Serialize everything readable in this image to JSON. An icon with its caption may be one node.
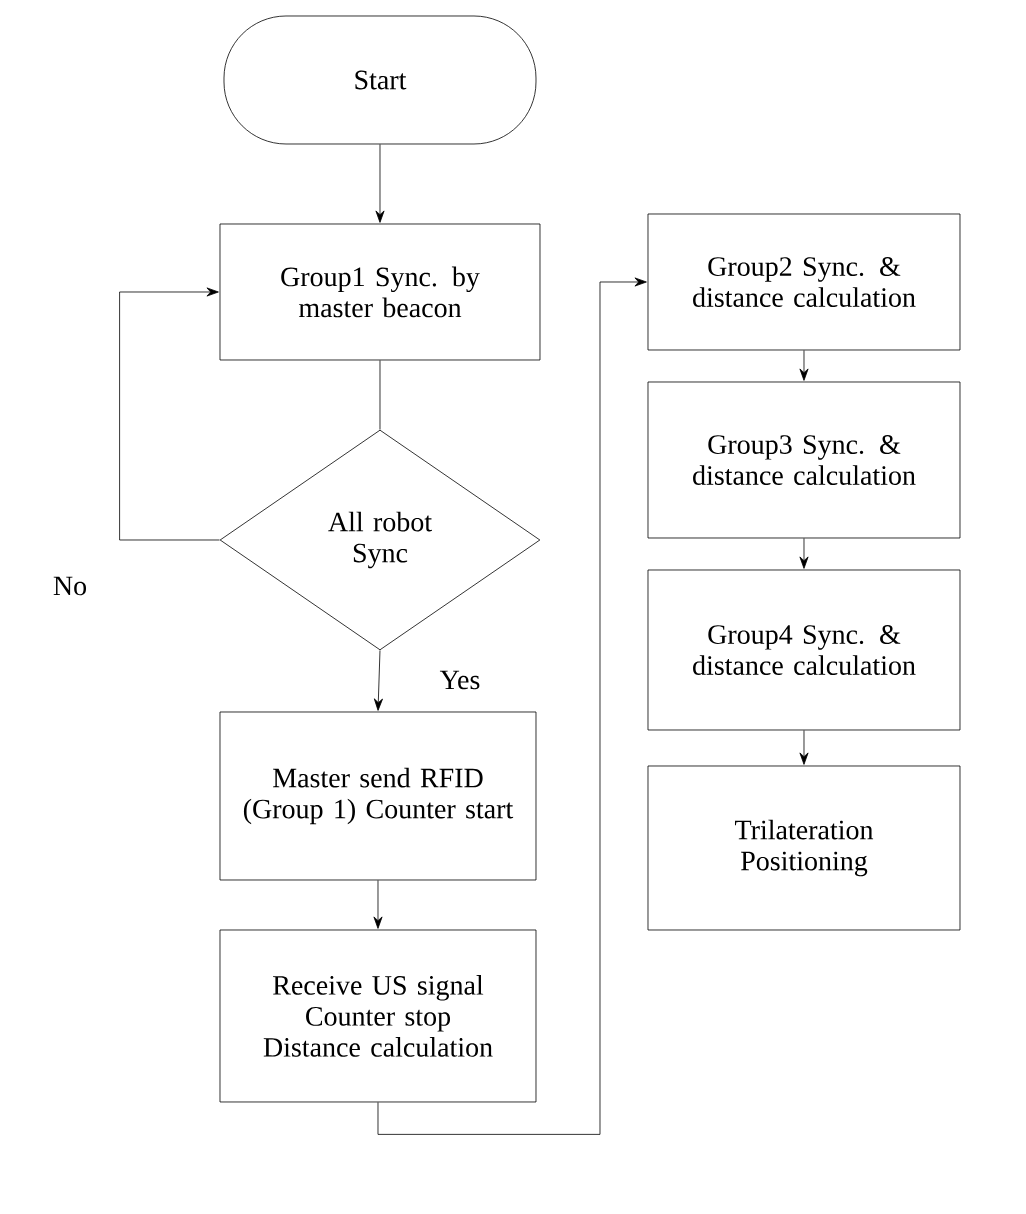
{
  "diagram": {
    "nodes": [
      {
        "text": [
          "Start"
        ]
      },
      {
        "text": [
          "Group1 Sync. by master beacon"
        ]
      },
      {
        "text": [
          "All robot Sync"
        ]
      },
      {
        "text": [
          "Master send RFID (Group 1) Counter start"
        ]
      },
      {
        "text": [
          "Receive US signal Counter stop Distance calculation"
        ]
      },
      {
        "text": [
          "Group2 Sync. & distance calculation"
        ]
      },
      {
        "text": [
          "Group3 Sync. & distance calculation"
        ]
      },
      {
        "text": [
          "Group4 Sync. & distance calculation"
        ]
      },
      {
        "text": [
          "Trilateration Positioning"
        ]
      }
    ],
    "edges": [
      {
        "from": 0,
        "to": 1,
        "arrow": "to"
      },
      {
        "from": 2,
        "to": 1,
        "arrow": "to",
        "label": "No"
      },
      {
        "from": 1,
        "to": 2,
        "arrow": "none"
      },
      {
        "from": 2,
        "to": 3,
        "arrow": "to",
        "label": "Yes"
      },
      {
        "from": 3,
        "to": 4,
        "arrow": "to"
      },
      {
        "from": 4,
        "to": 5,
        "arrow": "to"
      },
      {
        "from": 5,
        "to": 6,
        "arrow": "to"
      },
      {
        "from": 6,
        "to": 7,
        "arrow": "to"
      },
      {
        "from": 7,
        "to": 8,
        "arrow": "to"
      }
    ]
  }
}
